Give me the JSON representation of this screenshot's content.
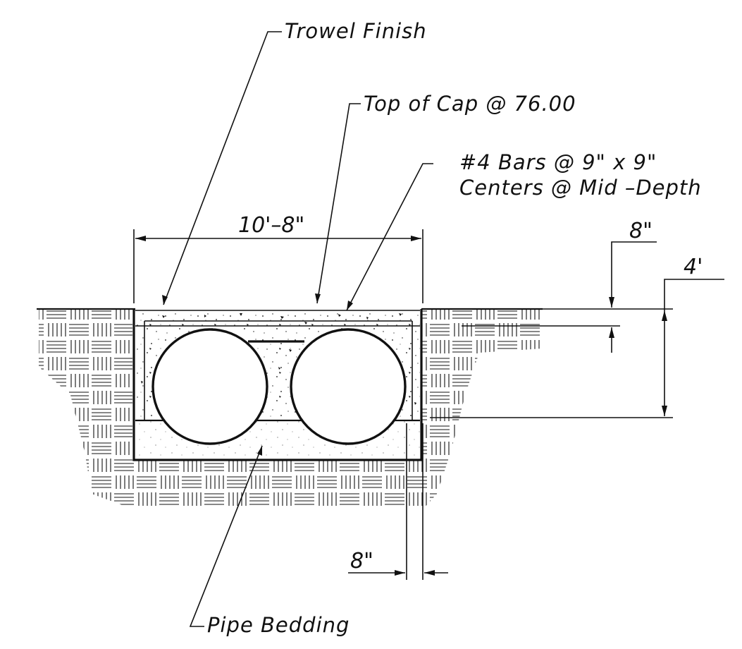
{
  "labels": {
    "trowel_finish": "Trowel Finish",
    "top_of_cap": "Top of Cap @ 76.00",
    "bars_line1": "#4 Bars @ 9\" x 9\"",
    "bars_line2": "Centers @ Mid –Depth",
    "pipe_bedding": "Pipe Bedding"
  },
  "dimensions": {
    "width": "10'–8\"",
    "cap_depth": "8\"",
    "total_depth": "4'",
    "wall_thickness": "8\""
  },
  "colors": {
    "ink": "#111111",
    "background": "#ffffff"
  }
}
